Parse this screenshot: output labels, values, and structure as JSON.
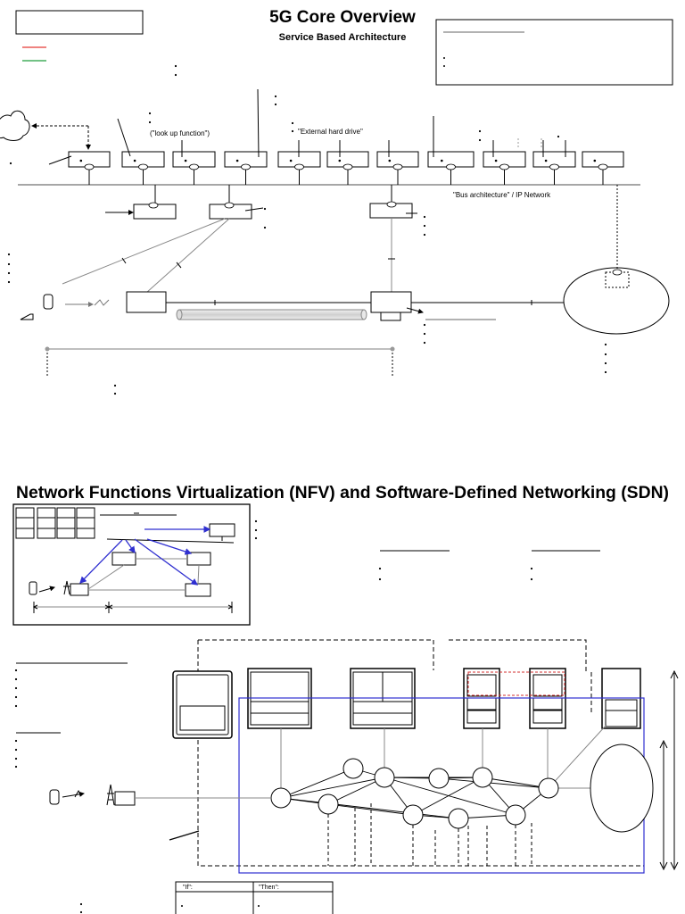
{
  "top": {
    "title": "5G Core Overview",
    "subtitle": "Service Based Architecture",
    "lookup_note": "(\"look up function\")",
    "hard_drive_note": "\"External hard drive\"",
    "bus_note": "\"Bus architecture\" / IP Network"
  },
  "bottom": {
    "title": "Network Functions Virtualization (NFV) and Software-Defined Networking (SDN)",
    "table_if": "\"If\":",
    "table_then": "\"Then\":"
  },
  "colors": {
    "legend_red": "#e53935",
    "legend_green": "#1e9e3c",
    "sdn_blue": "#2f2fd0",
    "dashed_red": "#d32f2f"
  }
}
